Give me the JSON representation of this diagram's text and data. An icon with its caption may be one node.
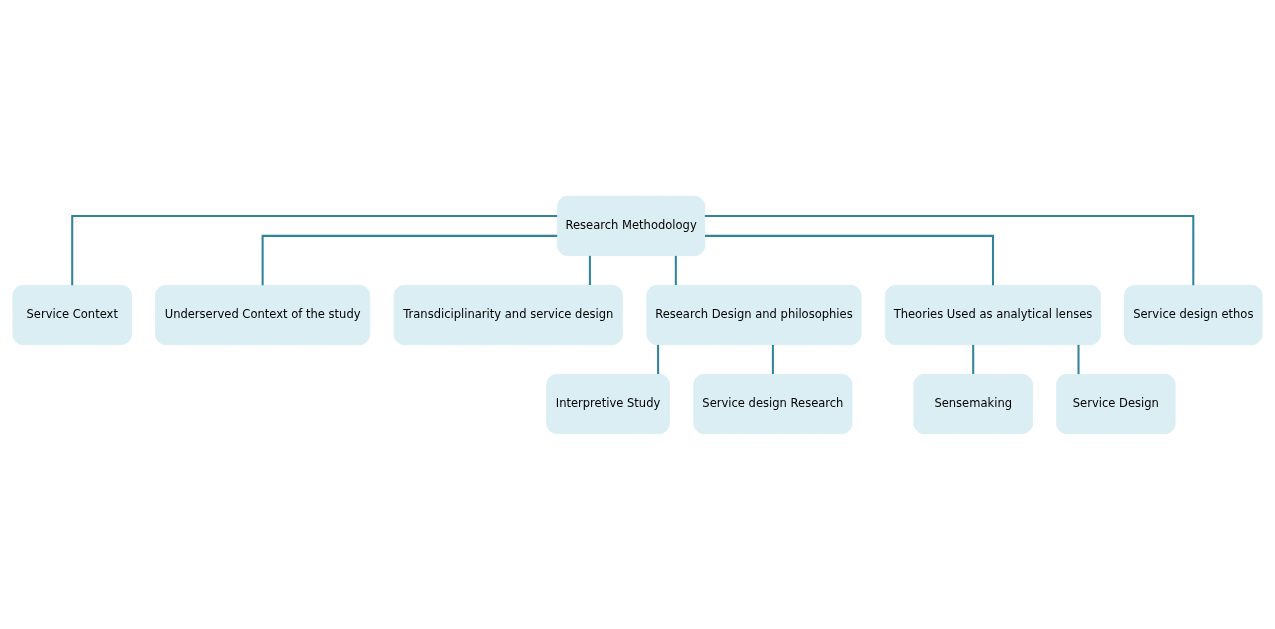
{
  "diagram": {
    "nodes": [
      {
        "text": [
          "Research Methodology"
        ]
      },
      {
        "text": [
          "Service Context"
        ]
      },
      {
        "text": [
          "Underserved Context of the study"
        ]
      },
      {
        "text": [
          "Transdiciplinarity and service design"
        ]
      },
      {
        "text": [
          "Research Design and philosophies"
        ]
      },
      {
        "text": [
          "Theories Used as analytical lenses"
        ]
      },
      {
        "text": [
          "Service design ethos"
        ]
      },
      {
        "text": [
          "Interpretive Study"
        ]
      },
      {
        "text": [
          "Service design Research"
        ]
      },
      {
        "text": [
          "Sensemaking"
        ]
      },
      {
        "text": [
          "Service Design"
        ]
      }
    ],
    "edges": [
      {
        "from": 0,
        "to": 1,
        "arrow": "none"
      },
      {
        "from": 0,
        "to": 2,
        "arrow": "none"
      },
      {
        "from": 0,
        "to": 3,
        "arrow": "none"
      },
      {
        "from": 0,
        "to": 4,
        "arrow": "none"
      },
      {
        "from": 0,
        "to": 5,
        "arrow": "none"
      },
      {
        "from": 0,
        "to": 6,
        "arrow": "none"
      },
      {
        "from": 4,
        "to": 7,
        "arrow": "none"
      },
      {
        "from": 4,
        "to": 8,
        "arrow": "none"
      },
      {
        "from": 5,
        "to": 9,
        "arrow": "none"
      },
      {
        "from": 5,
        "to": 10,
        "arrow": "none"
      }
    ]
  }
}
